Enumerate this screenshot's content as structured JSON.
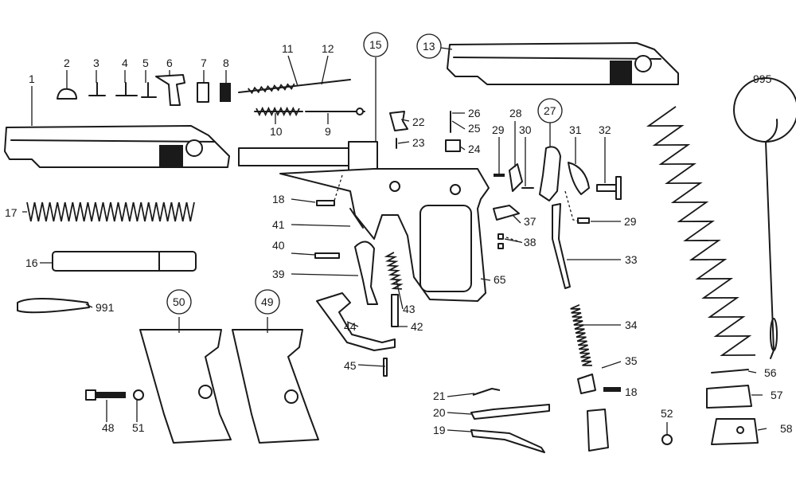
{
  "title": "Pistol exploded parts diagram",
  "labels": [
    "1",
    "2",
    "3",
    "4",
    "5",
    "6",
    "7",
    "8",
    "11",
    "12",
    "15",
    "13",
    "995",
    "10",
    "9",
    "22",
    "23",
    "26",
    "25",
    "24",
    "28",
    "27",
    "29",
    "30",
    "31",
    "32",
    "17",
    "18",
    "41",
    "37",
    "29",
    "38",
    "40",
    "16",
    "39",
    "33",
    "65",
    "991",
    "50",
    "49",
    "43",
    "42",
    "44",
    "34",
    "45",
    "35",
    "21",
    "56",
    "48",
    "51",
    "18",
    "57",
    "20",
    "52",
    "19",
    "58"
  ],
  "colors": {
    "ink": "#1a1a1a",
    "background": "#ffffff"
  }
}
